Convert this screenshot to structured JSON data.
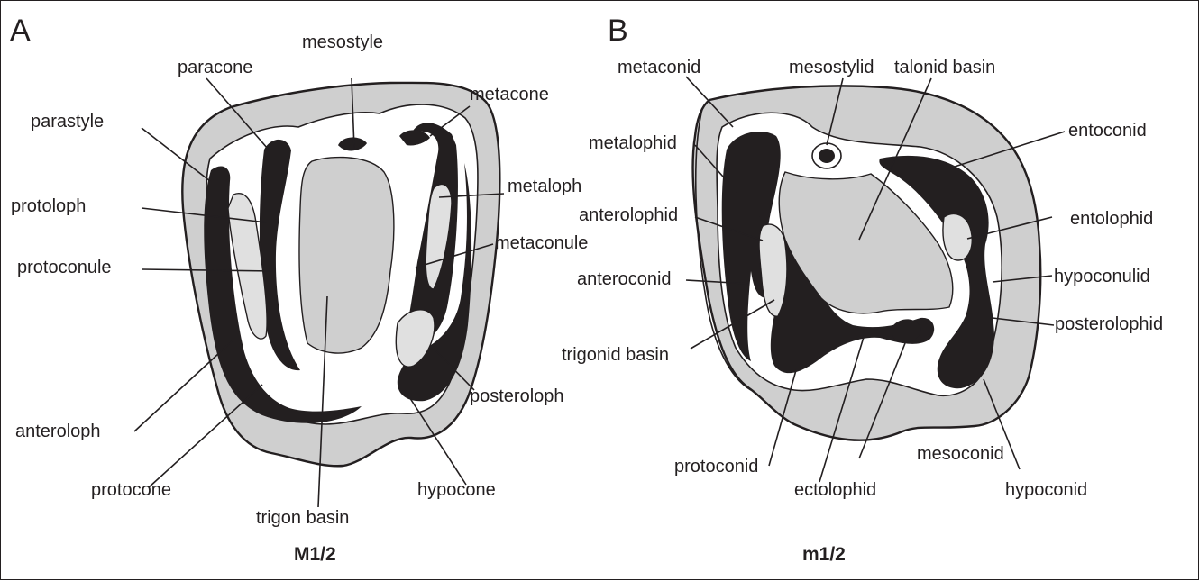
{
  "panels": {
    "a": {
      "letter": "A",
      "caption": "M1/2",
      "labels": {
        "paracone": "paracone",
        "mesostyle": "mesostyle",
        "metacone": "metacone",
        "parastyle": "parastyle",
        "metaloph": "metaloph",
        "protoloph": "protoloph",
        "metaconule": "metaconule",
        "protoconule": "protoconule",
        "posteroloph": "posteroloph",
        "anteroloph": "anteroloph",
        "protocone": "protocone",
        "hypocone": "hypocone",
        "trigon_basin": "trigon basin"
      }
    },
    "b": {
      "letter": "B",
      "caption": "m1/2",
      "labels": {
        "metaconid": "metaconid",
        "mesostylid": "mesostylid",
        "talonid_basin": "talonid basin",
        "entoconid": "entoconid",
        "metalophid": "metalophid",
        "anterolophid": "anterolophid",
        "entolophid": "entolophid",
        "hypoconulid": "hypoconulid",
        "anteroconid": "anteroconid",
        "posterolophid": "posterolophid",
        "trigonid_basin": "trigonid basin",
        "protoconid": "protoconid",
        "mesoconid": "mesoconid",
        "ectolophid": "ectolophid",
        "hypoconid": "hypoconid"
      }
    }
  },
  "colors": {
    "enamel": "#231f20",
    "dentine": "#cfcfcf",
    "basin": "#e0e0e0",
    "background": "#ffffff"
  }
}
